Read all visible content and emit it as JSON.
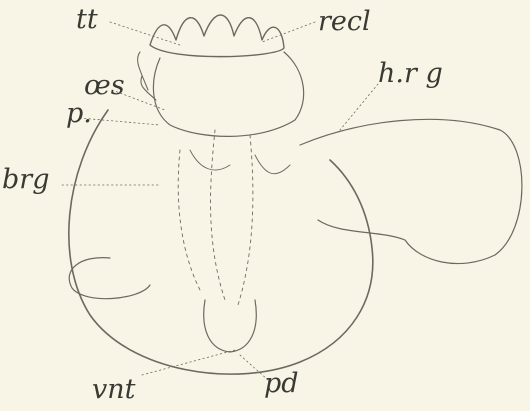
{
  "figure": {
    "background": "#f8f5e6",
    "ink": "#3a3a34",
    "labels": {
      "tt": "tt",
      "recl": "recl",
      "oes": "œs",
      "p": "p.",
      "hrg": "h.r g",
      "brg": "brg",
      "vnt": "vnt",
      "pd": "pd"
    }
  }
}
